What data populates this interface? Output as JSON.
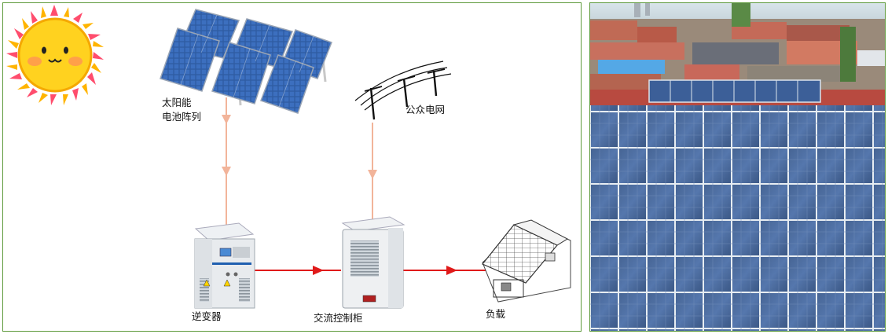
{
  "labels": {
    "solar_array_line1": "太阳能",
    "solar_array_line2": "电池阵列",
    "public_grid": "公众电网",
    "inverter": "逆变器",
    "ac_cabinet": "交流控制柜",
    "load": "负载"
  },
  "colors": {
    "frame_border": "#5e9a3c",
    "dc_arrow": "#f2b49a",
    "ac_arrow": "#e01a1a",
    "panel_blue": "#2a4f8f",
    "sun_yellow": "#ffd21f"
  },
  "icons": {
    "sun": "sun-smiley-icon",
    "solar_array": "solar-panel-array-icon",
    "grid": "power-lines-icon",
    "inverter": "inverter-cabinet-icon",
    "ac_cabinet": "ac-control-cabinet-icon",
    "load": "house-load-icon"
  }
}
